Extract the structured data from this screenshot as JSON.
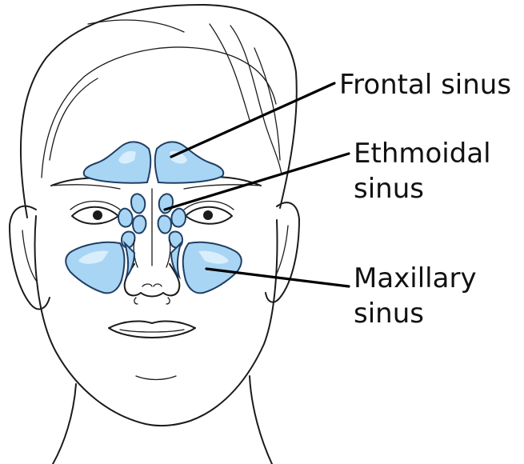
{
  "labels": {
    "frontal": "Frontal sinus",
    "ethmoidal_line1": "Ethmoidal",
    "ethmoidal_line2": "sinus",
    "maxillary_line1": "Maxillary",
    "maxillary_line2": "sinus"
  },
  "colors": {
    "sinus_fill": "#a9d5f5",
    "sinus_outline": "#1f3f63",
    "line_art": "#1b1b1b",
    "leader_lines": "#000000"
  }
}
